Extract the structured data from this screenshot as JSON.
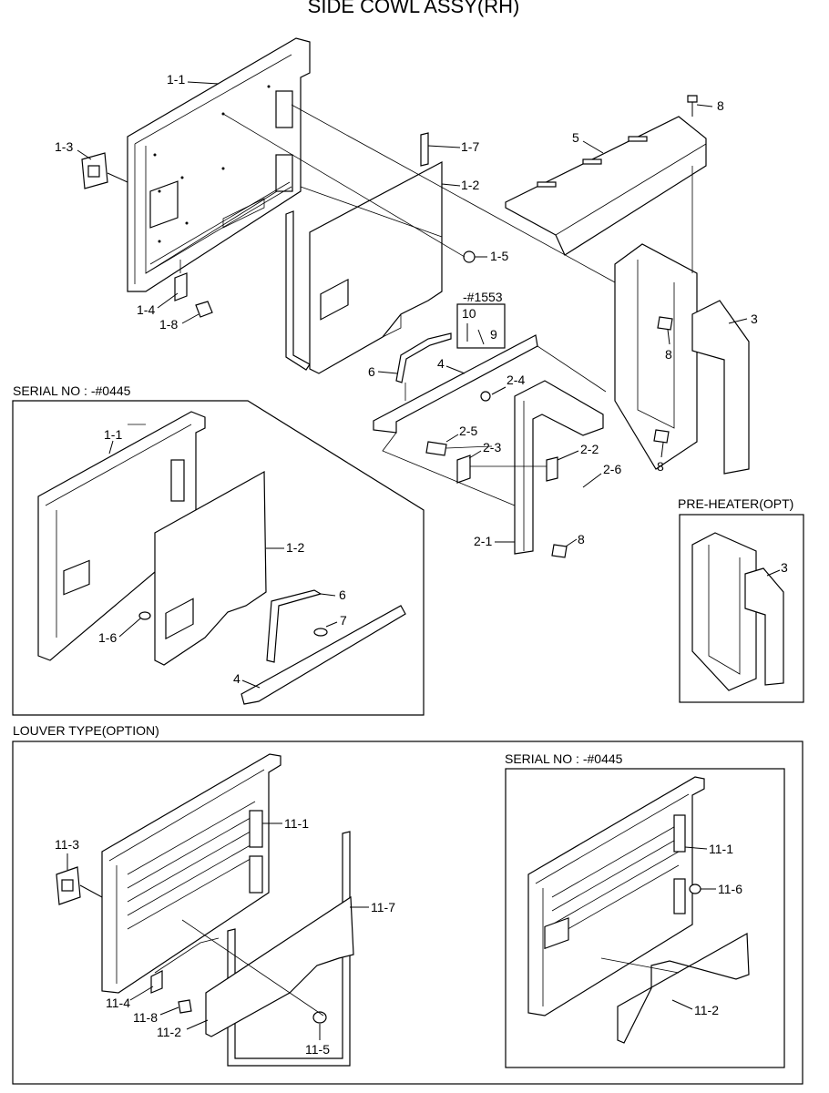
{
  "title": "SIDE COWL ASSY(RH)",
  "sections": {
    "serial_upper": "SERIAL NO : -#0445",
    "pre_heater": "PRE-HEATER(OPT)",
    "louver": "LOUVER TYPE(OPTION)",
    "serial_lower": "SERIAL NO : -#0445",
    "kit": "-#1553"
  },
  "labels": {
    "p1_1": "1-1",
    "p1_3": "1-3",
    "p1_7": "1-7",
    "p1_2": "1-2",
    "p5": "5",
    "p8a": "8",
    "p1_5": "1-5",
    "p1_4": "1-4",
    "p1_8": "1-8",
    "p10": "10",
    "p9": "9",
    "p3": "3",
    "p8b": "8",
    "p6": "6",
    "p4": "4",
    "p2_4": "2-4",
    "p2_5": "2-5",
    "p2_3": "2-3",
    "p2_2": "2-2",
    "p2_6": "2-6",
    "p8c": "8",
    "p2_1": "2-1",
    "p8d": "8",
    "s1_1": "1-1",
    "s1_2": "1-2",
    "s6": "6",
    "s7": "7",
    "s1_6": "1-6",
    "s4": "4",
    "ph3": "3",
    "l11_3": "11-3",
    "l11_1": "11-1",
    "l11_7": "11-7",
    "l11_4": "11-4",
    "l11_8": "11-8",
    "l11_2": "11-2",
    "l11_5": "11-5",
    "r11_1": "11-1",
    "r11_6": "11-6",
    "r11_2": "11-2"
  }
}
